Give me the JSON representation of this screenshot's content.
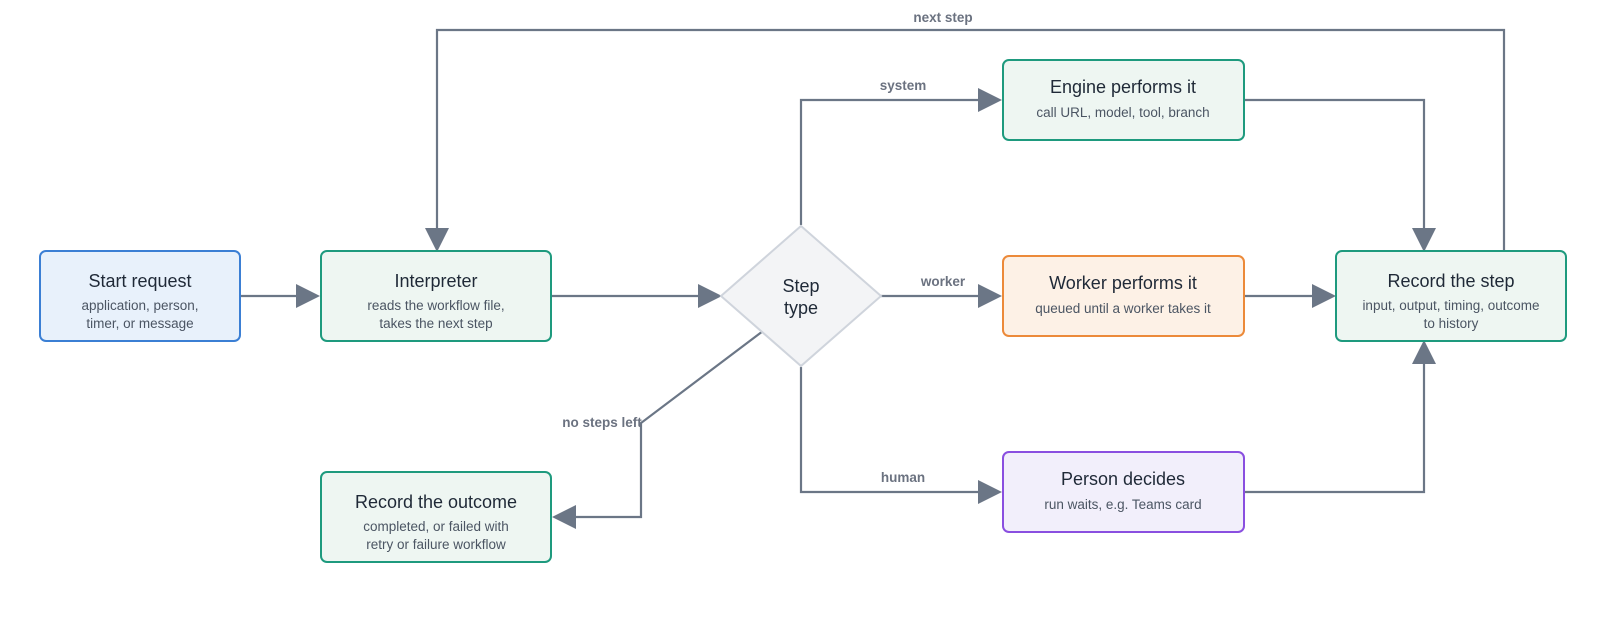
{
  "colors": {
    "edge": "#6b7686",
    "blue_fill": "#e8f1fb",
    "blue_stroke": "#3b7fd4",
    "green_fill": "#eef6f2",
    "green_stroke": "#1e9a7e",
    "orange_fill": "#fdf1e6",
    "orange_stroke": "#ec8a3a",
    "purple_fill": "#f2effb",
    "purple_stroke": "#8a4fe0",
    "gray_fill": "#f3f4f6",
    "gray_stroke": "#cfd4dc"
  },
  "nodes": {
    "start": {
      "title": "Start request",
      "sub1": "application, person,",
      "sub2": "timer, or message"
    },
    "interpreter": {
      "title": "Interpreter",
      "sub1": "reads the workflow file,",
      "sub2": "takes the next step"
    },
    "decision": {
      "line1": "Step",
      "line2": "type"
    },
    "engine": {
      "title": "Engine performs it",
      "sub1": "call URL, model, tool, branch"
    },
    "worker": {
      "title": "Worker performs it",
      "sub1": "queued until a worker takes it"
    },
    "person": {
      "title": "Person decides",
      "sub1": "run waits, e.g. Teams card"
    },
    "record_step": {
      "title": "Record the step",
      "sub1": "input, output, timing, outcome",
      "sub2": "to history"
    },
    "record_outcome": {
      "title": "Record the outcome",
      "sub1": "completed, or failed with",
      "sub2": "retry or failure workflow"
    }
  },
  "edge_labels": {
    "next_step": "next step",
    "system": "system",
    "worker": "worker",
    "human": "human",
    "no_steps_left": "no steps left"
  }
}
